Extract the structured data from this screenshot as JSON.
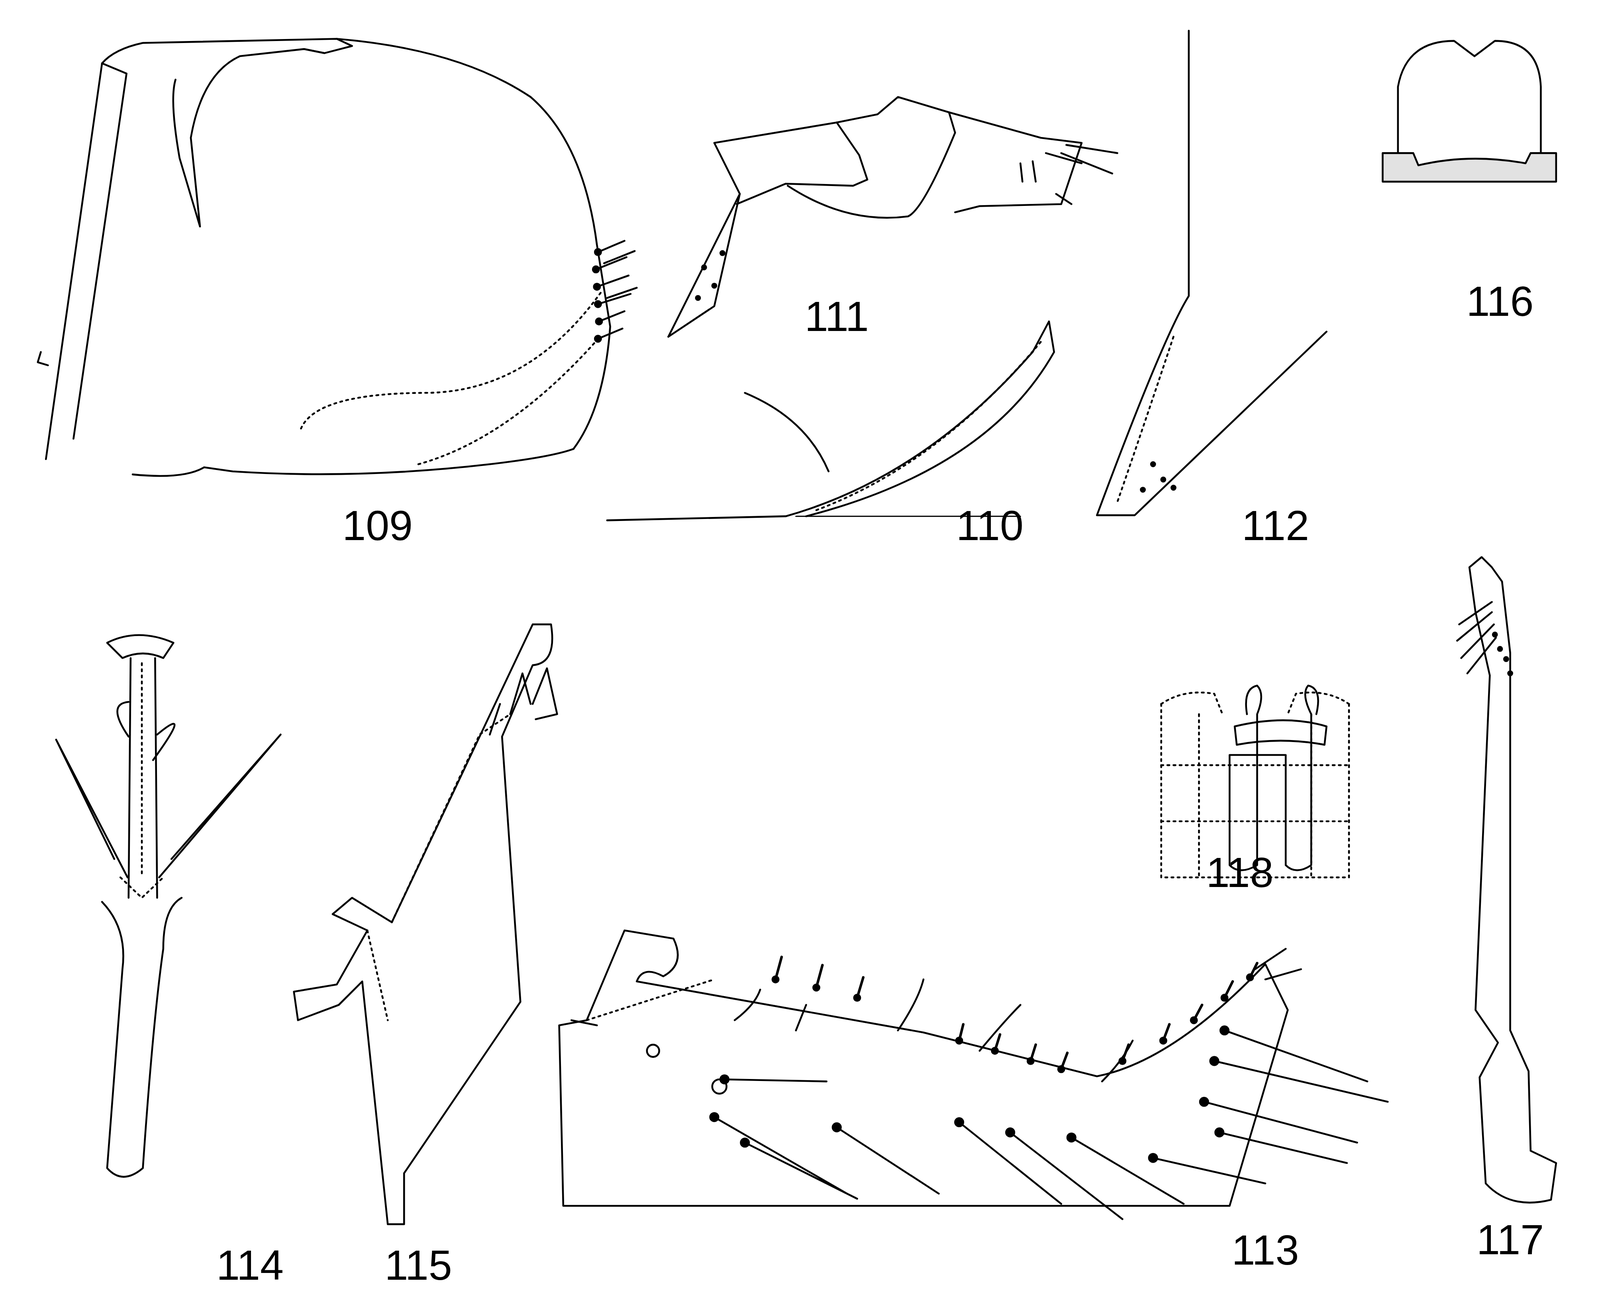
{
  "diagram": {
    "labels": [
      "109",
      "110",
      "111",
      "112",
      "113",
      "114",
      "115",
      "116",
      "117",
      "118"
    ]
  }
}
